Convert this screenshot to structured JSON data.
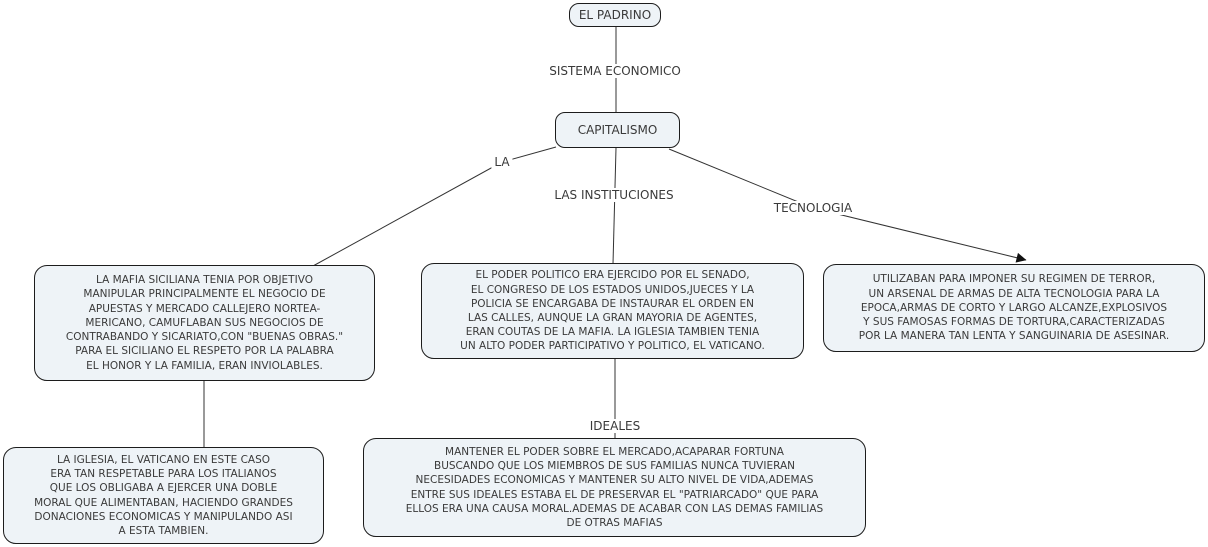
{
  "colors": {
    "background": "#ffffff",
    "node_fill": "#eef3f7",
    "node_border": "#1c1c1c",
    "text": "#3a3a3a",
    "connector": "#333333",
    "arrowhead": "#111111"
  },
  "nodes": {
    "el_padrino": {
      "label": "EL PADRINO"
    },
    "capitalismo": {
      "label": "CAPITALISMO"
    },
    "mafia_siciliana": {
      "text": "LA MAFIA SICILIANA TENIA  POR OBJETIVO\nMANIPULAR PRINCIPALMENTE EL NEGOCIO DE\nAPUESTAS Y MERCADO CALLEJERO NORTEA-\nMERICANO, CAMUFLABAN SUS NEGOCIOS DE\nCONTRABANDO Y SICARIATO,CON \"BUENAS OBRAS.\"\nPARA EL SICILIANO EL RESPETO POR LA PALABRA\nEL HONOR Y LA FAMILIA, ERAN INVIOLABLES."
    },
    "poder_politico": {
      "text": "EL PODER POLITICO ERA EJERCIDO POR EL SENADO,\nEL CONGRESO DE LOS ESTADOS UNIDOS,JUECES Y LA\nPOLICIA SE ENCARGABA DE INSTAURAR EL ORDEN EN\nLAS CALLES, AUNQUE LA GRAN MAYORIA DE AGENTES,\nERAN COUTAS DE LA MAFIA. LA IGLESIA TAMBIEN TENIA\nUN ALTO PODER PARTICIPATIVO Y POLITICO, EL VATICANO."
    },
    "tecnologia_detalle": {
      "text": "UTILIZABAN PARA IMPONER SU REGIMEN DE TERROR,\nUN ARSENAL DE ARMAS DE ALTA TECNOLOGIA PARA LA\nEPOCA,ARMAS DE CORTO Y LARGO ALCANZE,EXPLOSIVOS\nY SUS FAMOSAS FORMAS DE TORTURA,CARACTERIZADAS\nPOR LA MANERA TAN LENTA Y SANGUINARIA DE ASESINAR."
    },
    "iglesia_vaticano": {
      "text": "LA IGLESIA, EL VATICANO EN ESTE CASO\nERA TAN RESPETABLE PARA LOS ITALIANOS\nQUE LOS OBLIGABA A EJERCER UNA DOBLE\nMORAL QUE ALIMENTABAN, HACIENDO GRANDES\nDONACIONES ECONOMICAS Y MANIPULANDO ASI\nA ESTA TAMBIEN."
    },
    "ideales_detalle": {
      "text": "MANTENER EL PODER SOBRE EL MERCADO,ACAPARAR FORTUNA\nBUSCANDO QUE LOS MIEMBROS DE SUS FAMILIAS NUNCA TUVIERAN\nNECESIDADES ECONOMICAS Y MANTENER SU ALTO NIVEL DE VIDA,ADEMAS\nENTRE SUS IDEALES ESTABA EL DE PRESERVAR EL \"PATRIARCADO\" QUE PARA\nELLOS ERA UNA CAUSA MORAL.ADEMAS DE ACABAR CON LAS DEMAS FAMILIAS\nDE OTRAS MAFIAS"
    }
  },
  "link_labels": {
    "sistema_economico": "SISTEMA ECONOMICO",
    "la": "LA",
    "las_instituciones": "LAS INSTITUCIONES",
    "tecnologia": "TECNOLOGIA",
    "ideales": "IDEALES"
  },
  "connections": [
    {
      "from": "el_padrino",
      "label": "SISTEMA ECONOMICO",
      "to": "capitalismo",
      "arrowhead": false
    },
    {
      "from": "capitalismo",
      "label": "LA",
      "to": "mafia_siciliana",
      "arrowhead": false
    },
    {
      "from": "capitalismo",
      "label": "LAS INSTITUCIONES",
      "to": "poder_politico",
      "arrowhead": false
    },
    {
      "from": "capitalismo",
      "label": "TECNOLOGIA",
      "to": "tecnologia_detalle",
      "arrowhead": true
    },
    {
      "from": "mafia_siciliana",
      "label": "",
      "to": "iglesia_vaticano",
      "arrowhead": false
    },
    {
      "from": "poder_politico",
      "label": "IDEALES",
      "to": "ideales_detalle",
      "arrowhead": false
    }
  ]
}
